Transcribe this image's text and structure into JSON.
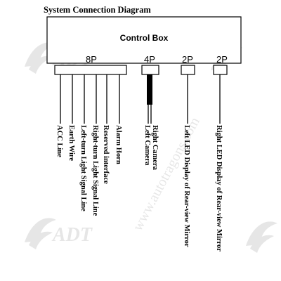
{
  "title": "System Connection Diagram",
  "box_label": "Control Box",
  "connectors": [
    {
      "id": "8p",
      "label": "8P"
    },
    {
      "id": "4p",
      "label": "4P"
    },
    {
      "id": "2p-left",
      "label": "2P"
    },
    {
      "id": "2p-right",
      "label": "2P"
    }
  ],
  "wires": [
    {
      "id": "acc",
      "label": "ACC Line"
    },
    {
      "id": "earth",
      "label": "Earth Wire"
    },
    {
      "id": "left-turn",
      "label": "Left-turn Light Signal Line"
    },
    {
      "id": "right-turn",
      "label": "Right-turn Light Signal Line"
    },
    {
      "id": "reserved",
      "label": "Reserved interface"
    },
    {
      "id": "horn",
      "label": "Alarm Horn"
    },
    {
      "id": "cameras-a",
      "label": "Right Camera"
    },
    {
      "id": "cameras-b",
      "label": "Left Camera"
    },
    {
      "id": "left-led",
      "label": "Left LED Display of Rear-view Mirror"
    },
    {
      "id": "right-led",
      "label": "Right LED Display of Rear-view Mirror"
    }
  ],
  "watermark": {
    "url": "www.autotragons.com",
    "logo_text": "ADT"
  }
}
